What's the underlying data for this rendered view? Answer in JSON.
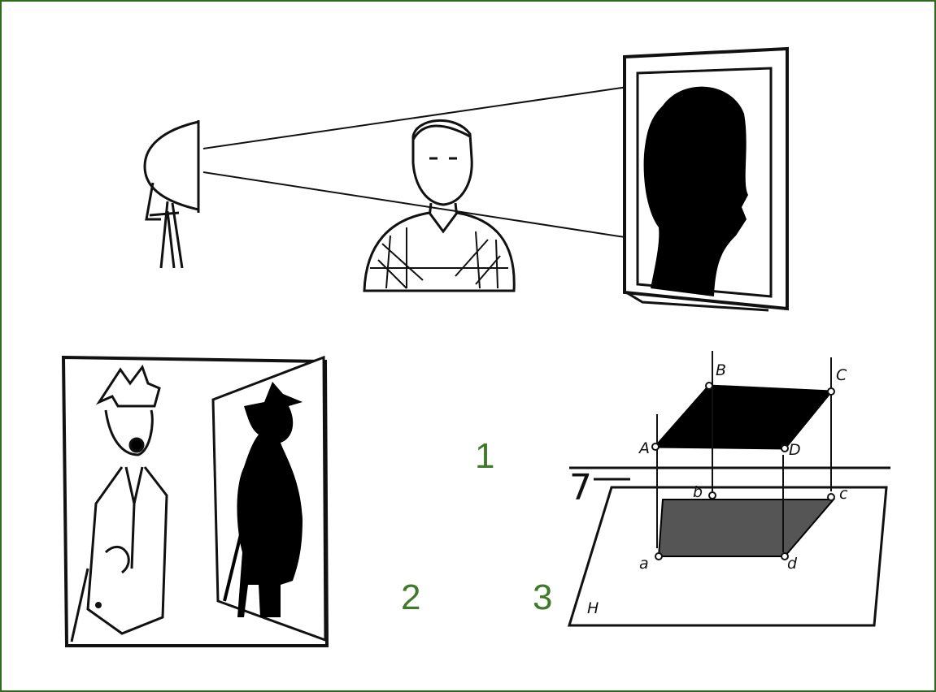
{
  "figure_numbers": {
    "one": "1",
    "two": "2",
    "three": "3"
  },
  "projection_labels": {
    "B": "B",
    "C": "C",
    "A": "A",
    "D": "D",
    "b": "b",
    "c": "c",
    "a": "a",
    "d": "d",
    "H": "H",
    "seven": "7"
  },
  "colors": {
    "frame": "#2f6b1f",
    "numbers": "#3f7a2a",
    "ink": "#111111"
  }
}
